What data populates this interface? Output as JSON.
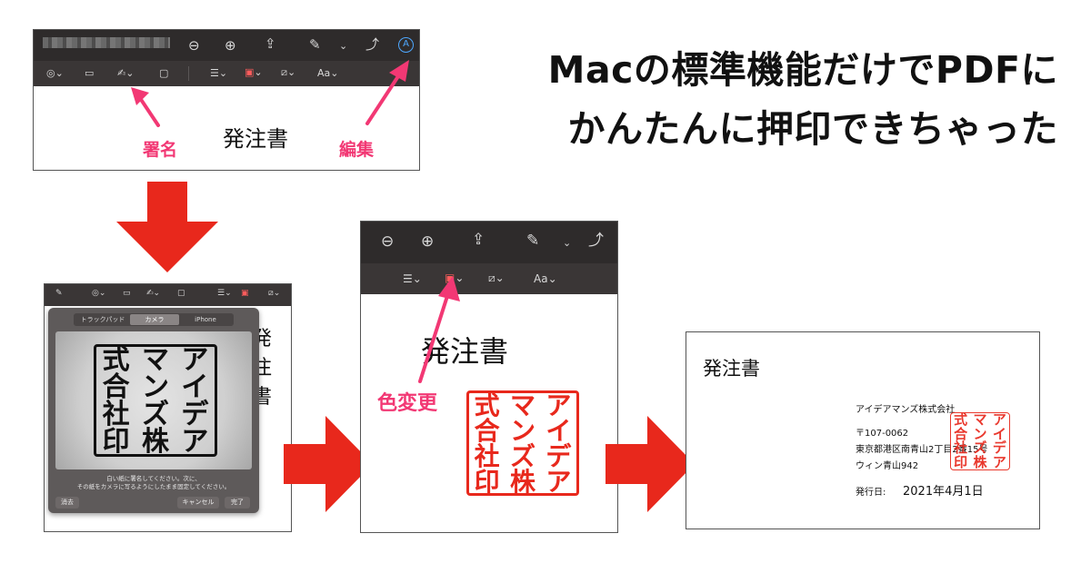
{
  "headline": {
    "line1": "Macの標準機能だけでPDFに",
    "line2": "かんたんに押印できちゃった"
  },
  "panel1": {
    "doc_title": "発注書",
    "callout_signature": "署名",
    "callout_edit": "編集",
    "icons": [
      "zoom-out-icon",
      "zoom-in-icon",
      "share-icon",
      "highlight-icon",
      "chevron-down-icon",
      "rotate-icon",
      "markup-icon",
      "shapes-icon",
      "text-box-icon",
      "signature-icon",
      "note-icon",
      "line-style-icon",
      "border-color-icon",
      "fill-color-icon",
      "font-icon"
    ],
    "font_label": "Aa"
  },
  "panel2": {
    "doc_title": "発注書",
    "tabs": [
      "トラックパッド",
      "カメラ",
      "iPhone"
    ],
    "active_tab": "カメラ",
    "instruction_line1": "白い紙に署名してください。次に、",
    "instruction_line2": "その紙をカメラに写るようにしたまま固定してください。",
    "clear_button": "消去",
    "cancel_button": "キャンセル",
    "done_button": "完了",
    "stamp_chars": [
      "式",
      "マ",
      "ア",
      "合",
      "ン",
      "イ",
      "社",
      "ズ",
      "デ",
      "印",
      "株",
      "ア"
    ]
  },
  "panel3": {
    "doc_title": "発注書",
    "callout_color": "色変更",
    "font_label": "Aa",
    "stamp_chars": [
      "式",
      "マ",
      "ア",
      "合",
      "ン",
      "イ",
      "社",
      "ズ",
      "デ",
      "印",
      "株",
      "ア"
    ]
  },
  "panel4": {
    "doc_title": "発注書",
    "company": "アイデアマンズ株式会社",
    "postal": "〒107-0062",
    "address1": "東京都港区南青山2丁目2番15号",
    "address2": "ウィン青山942",
    "issue_label": "発行日:",
    "issue_date": "2021年4月1日",
    "stamp_chars": [
      "式",
      "マ",
      "ア",
      "合",
      "ン",
      "イ",
      "社",
      "ズ",
      "デ",
      "印",
      "株",
      "ア"
    ]
  },
  "colors": {
    "arrow": "#e8281c",
    "callout": "#f23874",
    "stamp": "#e8281c",
    "toolbar": "#2e2b2b"
  }
}
